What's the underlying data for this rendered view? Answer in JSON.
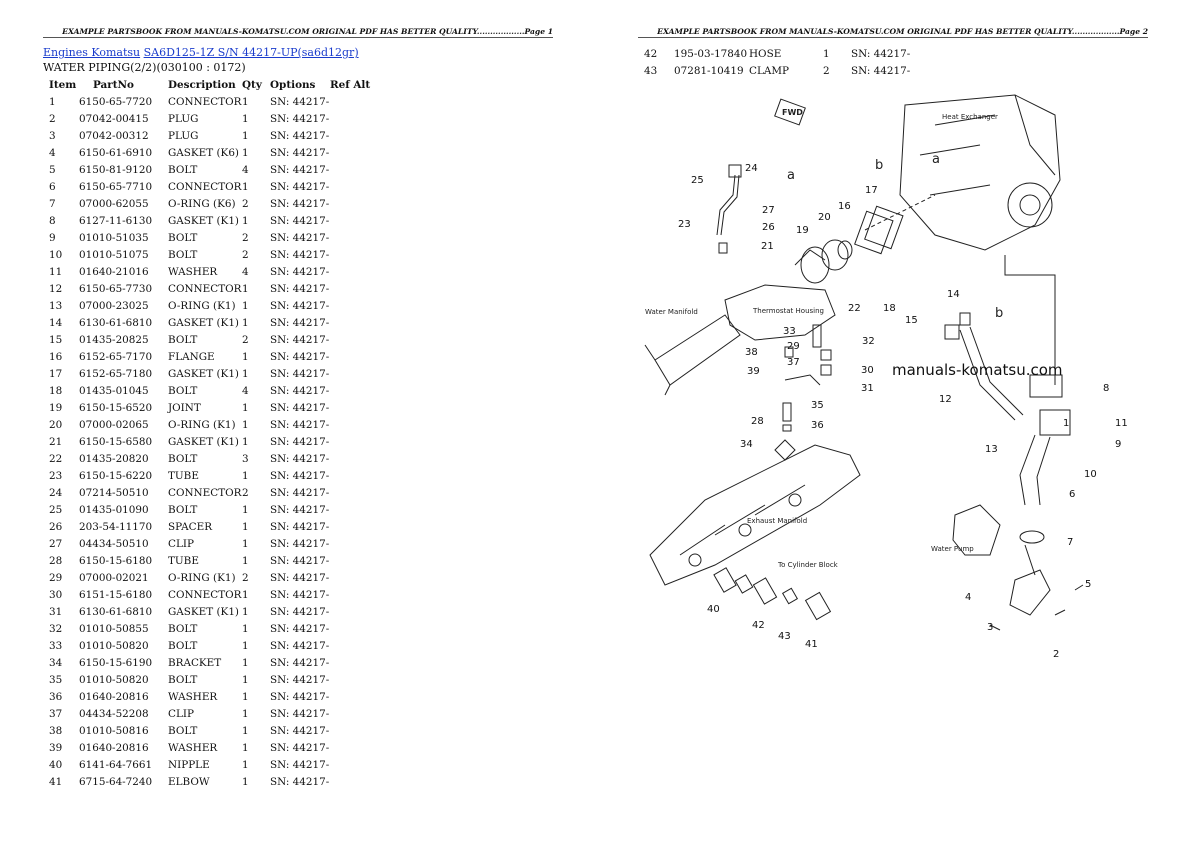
{
  "header": {
    "page1": "EXAMPLE PARTSBOOK FROM MANUALS-KOMATSU.COM ORIGINAL PDF HAS BETTER QUALITY..................Page 1",
    "page2": "EXAMPLE PARTSBOOK FROM MANUALS-KOMATSU.COM ORIGINAL PDF HAS BETTER QUALITY..................Page 2"
  },
  "breadcrumb": {
    "link1": "Engines Komatsu",
    "link2": "SA6D125-1Z S/N 44217-UP(sa6d12gr)"
  },
  "subtitle": "WATER PIPING(2/2)(030100 : 0172)",
  "columns": {
    "item": "Item",
    "partno": "PartNo",
    "description": "Description",
    "qty": "Qty",
    "options": "Options",
    "refalt": "Ref Alt"
  },
  "parts_left": [
    {
      "item": "1",
      "partno": "6150-65-7720",
      "desc": "CONNECTOR",
      "qty": "1",
      "opt": "SN: 44217-"
    },
    {
      "item": "2",
      "partno": "07042-00415",
      "desc": "PLUG",
      "qty": "1",
      "opt": "SN: 44217-"
    },
    {
      "item": "3",
      "partno": "07042-00312",
      "desc": "PLUG",
      "qty": "1",
      "opt": "SN: 44217-"
    },
    {
      "item": "4",
      "partno": "6150-61-6910",
      "desc": "GASKET (K6)",
      "qty": "1",
      "opt": "SN: 44217-"
    },
    {
      "item": "5",
      "partno": "6150-81-9120",
      "desc": "BOLT",
      "qty": "4",
      "opt": "SN: 44217-"
    },
    {
      "item": "6",
      "partno": "6150-65-7710",
      "desc": "CONNECTOR",
      "qty": "1",
      "opt": "SN: 44217-"
    },
    {
      "item": "7",
      "partno": "07000-62055",
      "desc": "O-RING (K6)",
      "qty": "2",
      "opt": "SN: 44217-"
    },
    {
      "item": "8",
      "partno": "6127-11-6130",
      "desc": "GASKET (K1)",
      "qty": "1",
      "opt": "SN: 44217-"
    },
    {
      "item": "9",
      "partno": "01010-51035",
      "desc": "BOLT",
      "qty": "2",
      "opt": "SN: 44217-"
    },
    {
      "item": "10",
      "partno": "01010-51075",
      "desc": "BOLT",
      "qty": "2",
      "opt": "SN: 44217-"
    },
    {
      "item": "11",
      "partno": "01640-21016",
      "desc": "WASHER",
      "qty": "4",
      "opt": "SN: 44217-"
    },
    {
      "item": "12",
      "partno": "6150-65-7730",
      "desc": "CONNECTOR",
      "qty": "1",
      "opt": "SN: 44217-"
    },
    {
      "item": "13",
      "partno": "07000-23025",
      "desc": "O-RING (K1)",
      "qty": "1",
      "opt": "SN: 44217-"
    },
    {
      "item": "14",
      "partno": "6130-61-6810",
      "desc": "GASKET (K1)",
      "qty": "1",
      "opt": "SN: 44217-"
    },
    {
      "item": "15",
      "partno": "01435-20825",
      "desc": "BOLT",
      "qty": "2",
      "opt": "SN: 44217-"
    },
    {
      "item": "16",
      "partno": "6152-65-7170",
      "desc": "FLANGE",
      "qty": "1",
      "opt": "SN: 44217-"
    },
    {
      "item": "17",
      "partno": "6152-65-7180",
      "desc": "GASKET (K1)",
      "qty": "1",
      "opt": "SN: 44217-"
    },
    {
      "item": "18",
      "partno": "01435-01045",
      "desc": "BOLT",
      "qty": "4",
      "opt": "SN: 44217-"
    },
    {
      "item": "19",
      "partno": "6150-15-6520",
      "desc": "JOINT",
      "qty": "1",
      "opt": "SN: 44217-"
    },
    {
      "item": "20",
      "partno": "07000-02065",
      "desc": "O-RING (K1)",
      "qty": "1",
      "opt": "SN: 44217-"
    },
    {
      "item": "21",
      "partno": "6150-15-6580",
      "desc": "GASKET (K1)",
      "qty": "1",
      "opt": "SN: 44217-"
    },
    {
      "item": "22",
      "partno": "01435-20820",
      "desc": "BOLT",
      "qty": "3",
      "opt": "SN: 44217-"
    },
    {
      "item": "23",
      "partno": "6150-15-6220",
      "desc": "TUBE",
      "qty": "1",
      "opt": "SN: 44217-"
    },
    {
      "item": "24",
      "partno": "07214-50510",
      "desc": "CONNECTOR",
      "qty": "2",
      "opt": "SN: 44217-"
    },
    {
      "item": "25",
      "partno": "01435-01090",
      "desc": "BOLT",
      "qty": "1",
      "opt": "SN: 44217-"
    },
    {
      "item": "26",
      "partno": "203-54-11170",
      "desc": "SPACER",
      "qty": "1",
      "opt": "SN: 44217-"
    },
    {
      "item": "27",
      "partno": "04434-50510",
      "desc": "CLIP",
      "qty": "1",
      "opt": "SN: 44217-"
    },
    {
      "item": "28",
      "partno": "6150-15-6180",
      "desc": "TUBE",
      "qty": "1",
      "opt": "SN: 44217-"
    },
    {
      "item": "29",
      "partno": "07000-02021",
      "desc": "O-RING (K1)",
      "qty": "2",
      "opt": "SN: 44217-"
    },
    {
      "item": "30",
      "partno": "6151-15-6180",
      "desc": "CONNECTOR",
      "qty": "1",
      "opt": "SN: 44217-"
    },
    {
      "item": "31",
      "partno": "6130-61-6810",
      "desc": "GASKET (K1)",
      "qty": "1",
      "opt": "SN: 44217-"
    },
    {
      "item": "32",
      "partno": "01010-50855",
      "desc": "BOLT",
      "qty": "1",
      "opt": "SN: 44217-"
    },
    {
      "item": "33",
      "partno": "01010-50820",
      "desc": "BOLT",
      "qty": "1",
      "opt": "SN: 44217-"
    },
    {
      "item": "34",
      "partno": "6150-15-6190",
      "desc": "BRACKET",
      "qty": "1",
      "opt": "SN: 44217-"
    },
    {
      "item": "35",
      "partno": "01010-50820",
      "desc": "BOLT",
      "qty": "1",
      "opt": "SN: 44217-"
    },
    {
      "item": "36",
      "partno": "01640-20816",
      "desc": "WASHER",
      "qty": "1",
      "opt": "SN: 44217-"
    },
    {
      "item": "37",
      "partno": "04434-52208",
      "desc": "CLIP",
      "qty": "1",
      "opt": "SN: 44217-"
    },
    {
      "item": "38",
      "partno": "01010-50816",
      "desc": "BOLT",
      "qty": "1",
      "opt": "SN: 44217-"
    },
    {
      "item": "39",
      "partno": "01640-20816",
      "desc": "WASHER",
      "qty": "1",
      "opt": "SN: 44217-"
    },
    {
      "item": "40",
      "partno": "6141-64-7661",
      "desc": "NIPPLE",
      "qty": "1",
      "opt": "SN: 44217-"
    },
    {
      "item": "41",
      "partno": "6715-64-7240",
      "desc": "ELBOW",
      "qty": "1",
      "opt": "SN: 44217-"
    }
  ],
  "parts_right": [
    {
      "item": "42",
      "partno": "195-03-17840",
      "desc": "HOSE",
      "qty": "1",
      "opt": "SN: 44217-"
    },
    {
      "item": "43",
      "partno": "07281-10419",
      "desc": "CLAMP",
      "qty": "2",
      "opt": "SN: 44217-"
    }
  ],
  "diagram": {
    "watermark": "manuals-komatsu.com",
    "labels": {
      "fwd": "FWD",
      "heat_exchanger": "Heat Exchanger",
      "thermostat_housing": "Thermostat Housing",
      "water_manifold": "Water Manifold",
      "exhaust_manifold": "Exhaust Manifold",
      "to_cylinder_block": "To Cylinder Block",
      "water_pump": "Water Pump",
      "a": "a",
      "b": "b"
    },
    "callouts": [
      "1",
      "2",
      "3",
      "4",
      "5",
      "6",
      "7",
      "8",
      "9",
      "10",
      "11",
      "12",
      "13",
      "14",
      "15",
      "16",
      "17",
      "18",
      "19",
      "20",
      "21",
      "22",
      "23",
      "24",
      "25",
      "26",
      "27",
      "28",
      "29",
      "30",
      "31",
      "32",
      "33",
      "34",
      "35",
      "36",
      "37",
      "38",
      "39",
      "40",
      "41",
      "42",
      "43"
    ]
  }
}
